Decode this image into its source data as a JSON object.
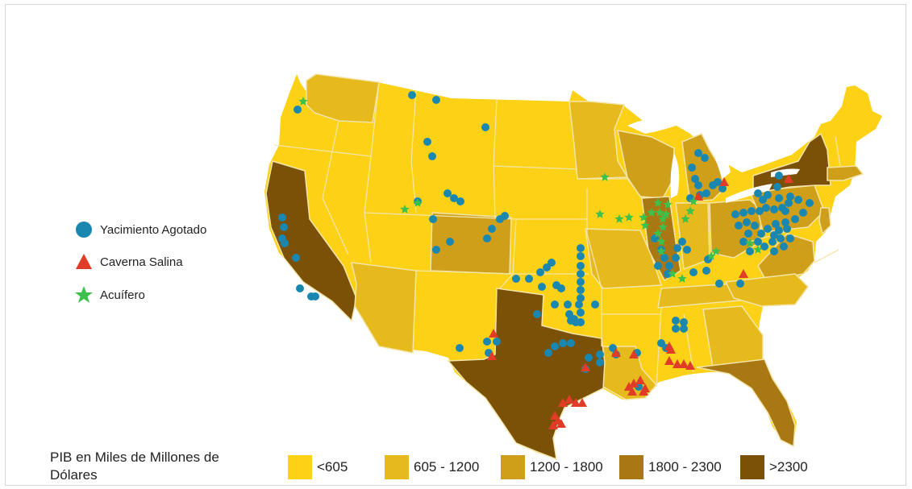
{
  "legend": {
    "sites": [
      {
        "label": "Yacimiento Agotado",
        "icon": "blue-circle-icon",
        "color": "#1a87b0"
      },
      {
        "label": "Caverna Salina",
        "icon": "red-triangle-icon",
        "color": "#e03c28"
      },
      {
        "label": "Acuífero",
        "icon": "green-star-icon",
        "color": "#3cc24c"
      }
    ],
    "gdp_title": "PIB en Miles de Millones de Dólares",
    "gdp_classes": [
      {
        "label": "<605",
        "color": "#fcd116"
      },
      {
        "label": "605 - 1200",
        "color": "#e6b91c"
      },
      {
        "label": "1200 - 1800",
        "color": "#cf9f1a"
      },
      {
        "label": "1800 - 2300",
        "color": "#a97813"
      },
      {
        "label": ">2300",
        "color": "#7b5108"
      }
    ]
  },
  "colors": {
    "border": "#f3e5a8",
    "depleted": "#1a87b0",
    "salt": "#e03c28",
    "aquifer": "#3cc24c"
  }
}
